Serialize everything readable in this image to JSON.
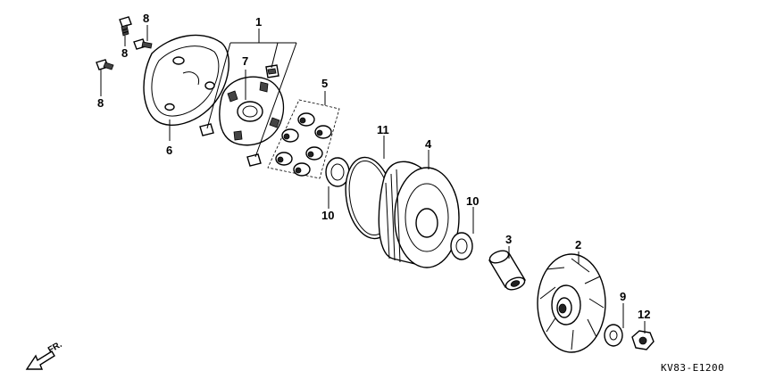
{
  "diagram_code": "KV83-E1200",
  "direction_label": "FR.",
  "callouts": {
    "c1": "1",
    "c2": "2",
    "c3": "3",
    "c4": "4",
    "c5": "5",
    "c6": "6",
    "c7": "7",
    "c8a": "8",
    "c8b": "8",
    "c8c": "8",
    "c9": "9",
    "c10a": "10",
    "c10b": "10",
    "c11": "11",
    "c12": "12"
  }
}
